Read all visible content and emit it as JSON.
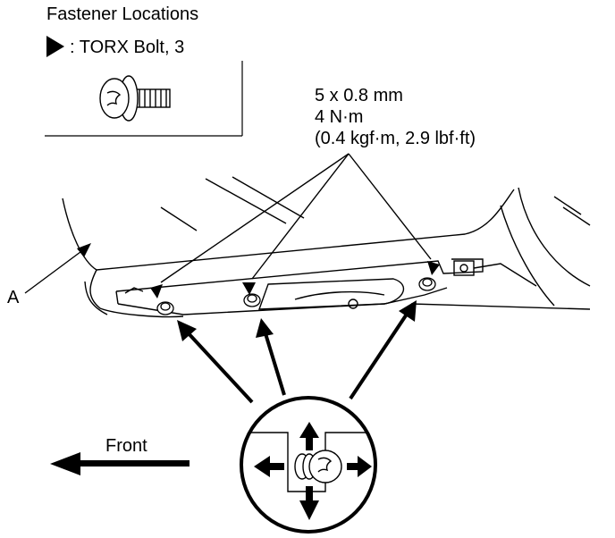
{
  "legend": {
    "heading": "Fastener Locations",
    "bolt_label": ": TORX Bolt, 3"
  },
  "spec": {
    "line1": "5 x 0.8 mm",
    "line2": "4 N·m",
    "line3": "(0.4 kgf·m, 2.9 lbf·ft)"
  },
  "labels": {
    "part_a": "A",
    "front": "Front"
  },
  "icons": [
    "torx-bolt-icon",
    "bolt-marker-icon",
    "arrow-up-icon",
    "arrow-down-icon",
    "arrow-left-icon",
    "arrow-right-icon",
    "front-arrow-icon"
  ],
  "colors": {
    "ink": "#000000",
    "background": "#ffffff"
  }
}
